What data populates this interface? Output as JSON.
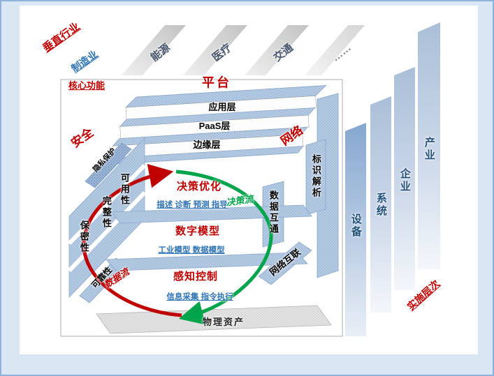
{
  "industries": {
    "title": "垂直行业",
    "primary": "制造业",
    "banners": [
      {
        "label": "能源"
      },
      {
        "label": "医疗"
      },
      {
        "label": "交通"
      },
      {
        "label": "……"
      }
    ]
  },
  "core": {
    "title": "核心功能",
    "platform": "平台",
    "security": "安全",
    "network": "网络",
    "layers": [
      {
        "label": "应用层"
      },
      {
        "label": "PaaS层"
      },
      {
        "label": "边缘层"
      }
    ],
    "security_panels": [
      {
        "label": "隐私保护"
      },
      {
        "label": "可用性"
      },
      {
        "label": "完整性"
      },
      {
        "label": "保密性"
      },
      {
        "label": "可靠性"
      }
    ],
    "network_panels": [
      {
        "label": "标识解析"
      },
      {
        "label": "数据互通"
      },
      {
        "label": "网络互联"
      }
    ],
    "functions": {
      "decision_title": "决策优化",
      "decision_detail": "描述 诊断 预测 指导",
      "decision_flow": "决策流",
      "model_title": "数字模型",
      "model_detail": "工业模型  数据模型",
      "data_flow": "数据流",
      "perception_title": "感知控制",
      "perception_detail": "信息采集 指令执行"
    },
    "physical_assets": "物理资产"
  },
  "levels": {
    "title": "实施层次",
    "bars": [
      {
        "label": "设备"
      },
      {
        "label": "系统"
      },
      {
        "label": "企业"
      },
      {
        "label": "产业"
      }
    ]
  },
  "colors": {
    "red": "#c00000",
    "blue": "#2e74b5",
    "green": "#00a44a",
    "panel_blue": "#b8cce4",
    "bar_text": "#1f4e79"
  }
}
